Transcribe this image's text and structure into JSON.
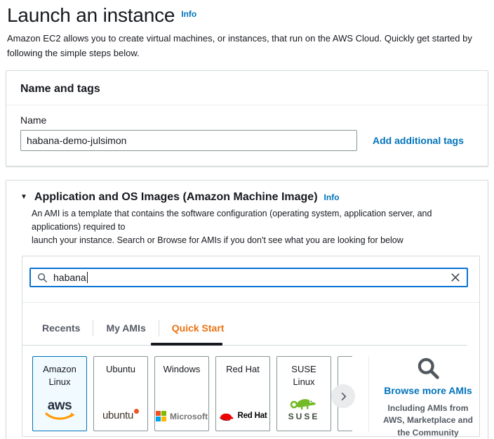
{
  "colors": {
    "link_blue": "#0073bb",
    "active_tab_orange": "#ec7211",
    "search_focus_blue": "#0972d3",
    "selected_card_bg": "#f1faff",
    "selected_card_border": "#0073bb",
    "tab_underline": "#16191f",
    "aws_orange": "#ff9900",
    "ubuntu_orange": "#e95420",
    "redhat_red": "#ee0000",
    "suse_green": "#73ba25",
    "microsoft_squares": [
      "#f25022",
      "#7fba00",
      "#00a4ef",
      "#ffb900"
    ]
  },
  "page": {
    "title": "Launch an instance",
    "info_label": "Info",
    "description_line1": "Amazon EC2 allows you to create virtual machines, or instances, that run on the AWS Cloud. Quickly get started by",
    "description_line2": "following the simple steps below."
  },
  "name_and_tags": {
    "title": "Name and tags",
    "name_label": "Name",
    "name_value": "habana-demo-julsimon",
    "add_tags_label": "Add additional tags"
  },
  "ami_section": {
    "title": "Application and OS Images (Amazon Machine Image)",
    "info_label": "Info",
    "description_line1": "An AMI is a template that contains the software configuration (operating system, application server, and applications) required to",
    "description_line2": "launch your instance. Search or Browse for AMIs if you don't see what you are looking for below",
    "search_value": "habana",
    "tabs": [
      {
        "label": "Recents",
        "active": false
      },
      {
        "label": "My AMIs",
        "active": false
      },
      {
        "label": "Quick Start",
        "active": true
      }
    ],
    "amis": [
      {
        "name": "Amazon Linux",
        "logo_text": "aws",
        "selected": true
      },
      {
        "name": "Ubuntu",
        "logo_text": "ubuntu",
        "selected": false
      },
      {
        "name": "Windows",
        "logo_text": "Microsoft",
        "selected": false
      },
      {
        "name": "Red Hat",
        "logo_text": "Red Hat",
        "selected": false
      },
      {
        "name": "SUSE Linux",
        "logo_text": "SUSE",
        "selected": false
      }
    ],
    "browse": {
      "link_label": "Browse more AMIs",
      "subtext_line1": "Including AMIs from",
      "subtext_line2": "AWS, Marketplace and",
      "subtext_line3": "the Community"
    }
  }
}
